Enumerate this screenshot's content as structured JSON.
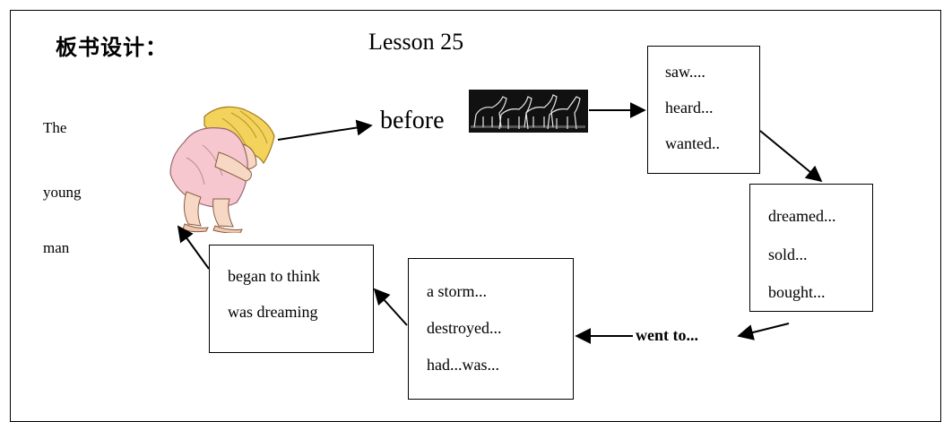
{
  "board": {
    "heading": "板书设计：",
    "lesson": "Lesson 25"
  },
  "subject": {
    "line1": "The",
    "line2": "young",
    "line3": "man"
  },
  "before_label": "before",
  "boxes": {
    "top": [
      "saw....",
      "heard...",
      "wanted.."
    ],
    "right": [
      "dreamed...",
      "sold...",
      "bought..."
    ],
    "middle": [
      "a storm...",
      "destroyed...",
      "had...was..."
    ],
    "left": [
      "began to think",
      "was dreaming"
    ]
  },
  "went_label": "went to..."
}
